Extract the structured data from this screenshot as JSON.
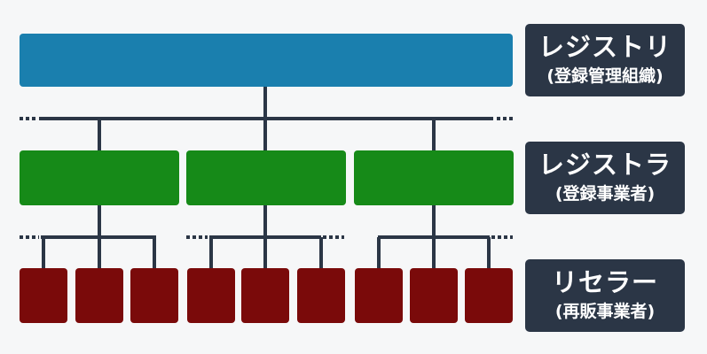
{
  "tiers": {
    "registry": {
      "title": "レジストリ",
      "subtitle": "(登録管理組織)"
    },
    "registrar": {
      "title": "レジストラ",
      "subtitle": "(登録事業者)"
    },
    "reseller": {
      "title": "リセラー",
      "subtitle": "(再販事業者)"
    }
  },
  "colors": {
    "registry": "#1a7fae",
    "registrar": "#168a18",
    "reseller": "#7a0a0a",
    "connector": "#2b3646",
    "label_bg": "#2b3646"
  }
}
